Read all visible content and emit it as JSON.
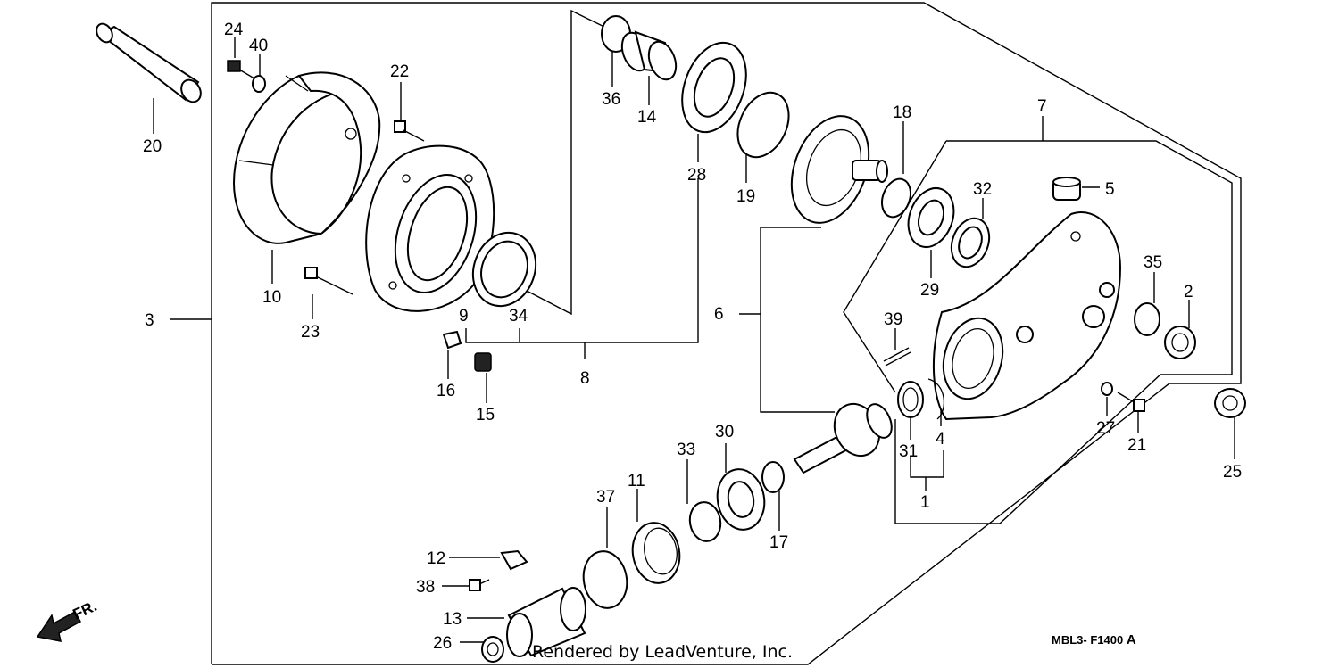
{
  "diagram": {
    "code": "MBL3- F1400",
    "revision": "A",
    "credit": "Rendered by LeadVenture, Inc.",
    "direction": "FR.",
    "direction_icon": "arrow-icon",
    "callouts": {
      "c1": "1",
      "c2": "2",
      "c3": "3",
      "c4": "4",
      "c5": "5",
      "c6": "6",
      "c7": "7",
      "c8": "8",
      "c9": "9",
      "c10": "10",
      "c11": "11",
      "c12": "12",
      "c13": "13",
      "c14": "14",
      "c15": "15",
      "c16": "16",
      "c17": "17",
      "c18": "18",
      "c19": "19",
      "c20": "20",
      "c21": "21",
      "c22": "22",
      "c23": "23",
      "c24": "24",
      "c25": "25",
      "c26": "26",
      "c27": "27",
      "c28": "28",
      "c29": "29",
      "c30": "30",
      "c31": "31",
      "c32": "32",
      "c33": "33",
      "c34": "34",
      "c35": "35",
      "c36": "36",
      "c37": "37",
      "c38": "38",
      "c39": "39",
      "c40": "40"
    }
  }
}
